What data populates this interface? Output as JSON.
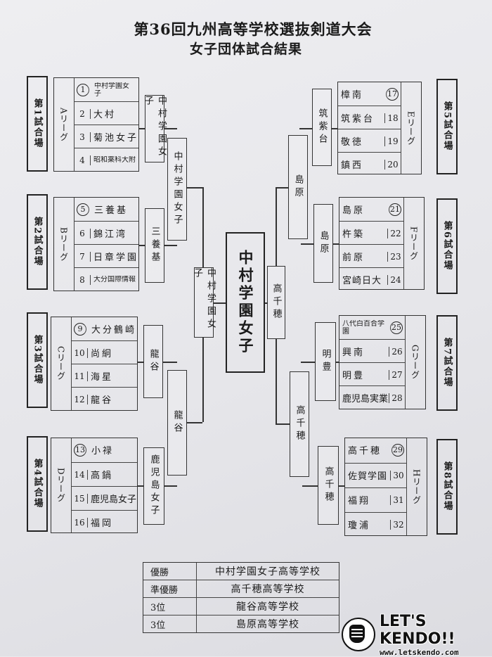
{
  "title": "第36回九州高等学校選抜剣道大会",
  "subtitle": "女子団体試合結果",
  "venues": {
    "v1": "第1試合場",
    "v2": "第2試合場",
    "v3": "第3試合場",
    "v4": "第4試合場",
    "v5": "第5試合場",
    "v6": "第6試合場",
    "v7": "第7試合場",
    "v8": "第8試合場"
  },
  "leagues": {
    "A": {
      "name": "Aリーグ",
      "teams": [
        {
          "num": "1",
          "name": "中村学園女子",
          "winner": true
        },
        {
          "num": "2",
          "name": "大村"
        },
        {
          "num": "3",
          "name": "菊池女子"
        },
        {
          "num": "4",
          "name": "昭和薬科大附"
        }
      ]
    },
    "B": {
      "name": "Bリーグ",
      "teams": [
        {
          "num": "5",
          "name": "三養基",
          "winner": true
        },
        {
          "num": "6",
          "name": "錦江湾"
        },
        {
          "num": "7",
          "name": "日章学園"
        },
        {
          "num": "8",
          "name": "大分国際情報"
        }
      ]
    },
    "C": {
      "name": "Cリーグ",
      "teams": [
        {
          "num": "9",
          "name": "大分鶴崎",
          "winner": true
        },
        {
          "num": "10",
          "name": "尚絅"
        },
        {
          "num": "11",
          "name": "海星"
        },
        {
          "num": "12",
          "name": "龍谷"
        }
      ]
    },
    "D": {
      "name": "Dリーグ",
      "teams": [
        {
          "num": "13",
          "name": "小禄",
          "winner": true
        },
        {
          "num": "14",
          "name": "高鍋"
        },
        {
          "num": "15",
          "name": "鹿児島女子"
        },
        {
          "num": "16",
          "name": "福岡"
        }
      ]
    },
    "E": {
      "name": "Eリーグ",
      "teams": [
        {
          "num": "17",
          "name": "樟南",
          "winner": true
        },
        {
          "num": "18",
          "name": "筑紫台"
        },
        {
          "num": "19",
          "name": "敬徳"
        },
        {
          "num": "20",
          "name": "鎮西"
        }
      ]
    },
    "F": {
      "name": "Fリーグ",
      "teams": [
        {
          "num": "21",
          "name": "島原",
          "winner": true
        },
        {
          "num": "22",
          "name": "杵築"
        },
        {
          "num": "23",
          "name": "前原"
        },
        {
          "num": "24",
          "name": "宮崎日大"
        }
      ]
    },
    "G": {
      "name": "Gリーグ",
      "teams": [
        {
          "num": "25",
          "name": "八代白百合学園",
          "winner": true
        },
        {
          "num": "26",
          "name": "興南"
        },
        {
          "num": "27",
          "name": "明豊"
        },
        {
          "num": "28",
          "name": "鹿児島実業"
        }
      ]
    },
    "H": {
      "name": "Hリーグ",
      "teams": [
        {
          "num": "29",
          "name": "高千穂",
          "winner": true
        },
        {
          "num": "30",
          "name": "佐賀学園"
        },
        {
          "num": "31",
          "name": "福翔"
        },
        {
          "num": "32",
          "name": "瓊浦"
        }
      ]
    }
  },
  "bracket": {
    "winA": "中村学園女子",
    "winB": "三養基",
    "winC": "龍谷",
    "winD": "鹿児島女子",
    "winE": "筑紫台",
    "winF": "島原",
    "winG": "明豊",
    "winH": "高千穂",
    "sfLeftTop": "中村学園女子",
    "sfLeftBottom": "龍谷",
    "sfRightTop": "島原",
    "sfRightBottom": "高千穂",
    "finalLeft": "中村学園女子",
    "finalRight": "高千穂",
    "champion": "中村学園女子"
  },
  "results": [
    {
      "rank": "優勝",
      "school": "中村学園女子高等学校"
    },
    {
      "rank": "準優勝",
      "school": "高千穂高等学校"
    },
    {
      "rank": "3位",
      "school": "龍谷高等学校"
    },
    {
      "rank": "3位",
      "school": "島原高等学校"
    }
  ],
  "logo": {
    "brand": "LET'S KENDO!!",
    "url": "www.letskendo.com"
  }
}
